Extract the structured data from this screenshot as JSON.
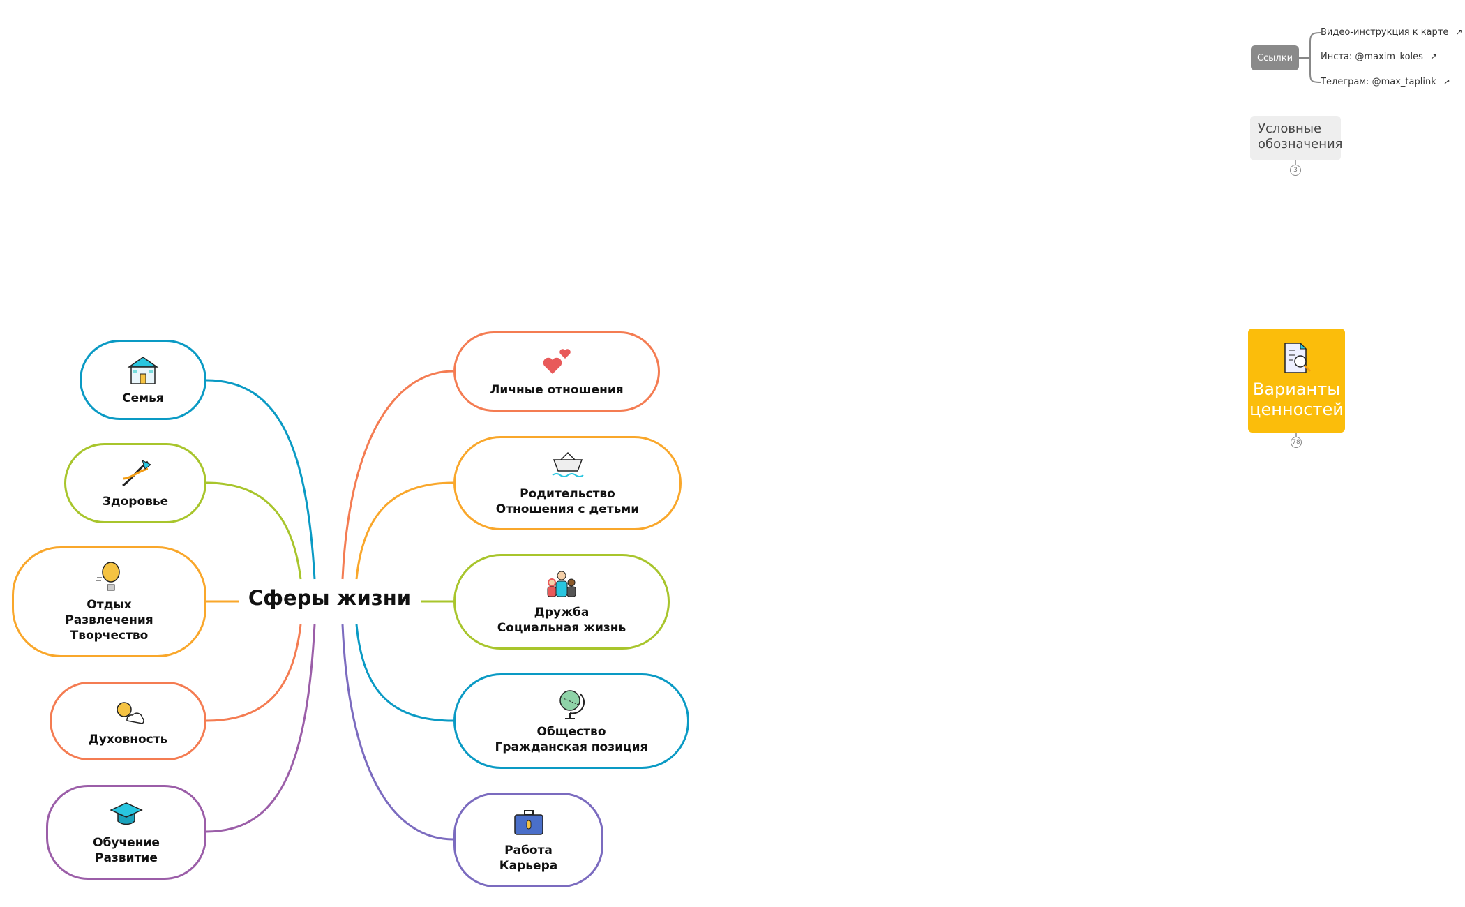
{
  "central_topic": "Сферы жизни",
  "left_branches": [
    {
      "label": "Семья",
      "icon": "house-icon",
      "color": "#0a9ac4"
    },
    {
      "label": "Здоровье",
      "icon": "dna-icon",
      "color": "#a8c52c"
    },
    {
      "label": "Отдых\nРазвлечения\nТворчество",
      "icon": "hot-air-balloon-icon",
      "color": "#f9a72b"
    },
    {
      "label": "Духовность",
      "icon": "sun-cloud-icon",
      "color": "#f47c52"
    },
    {
      "label": "Обучение\nРазвитие",
      "icon": "graduation-cap-icon",
      "color": "#9b5ea8"
    }
  ],
  "right_branches": [
    {
      "label": "Личные отношения",
      "icon": "hearts-icon",
      "color": "#f47c52"
    },
    {
      "label": "Родительство\nОтношения с детьми",
      "icon": "paper-boat-icon",
      "color": "#f9a72b"
    },
    {
      "label": "Дружба\nСоциальная жизнь",
      "icon": "people-icon",
      "color": "#a8c52c"
    },
    {
      "label": "Общество\nГражданская позиция",
      "icon": "globe-icon",
      "color": "#0a9ac4"
    },
    {
      "label": "Работа\nКарьера",
      "icon": "briefcase-icon",
      "color": "#7b6bbf"
    }
  ],
  "links": {
    "label": "Ссылки",
    "items": [
      "Видео-инструкция к карте",
      "Инста: @maxim_koles",
      "Телеграм: @max_taplink"
    ]
  },
  "legend": {
    "label": "Условные обозначения",
    "count": "3"
  },
  "values_topic": {
    "label": "Варианты ценностей",
    "count": "78",
    "color": "#fbbd0b"
  }
}
